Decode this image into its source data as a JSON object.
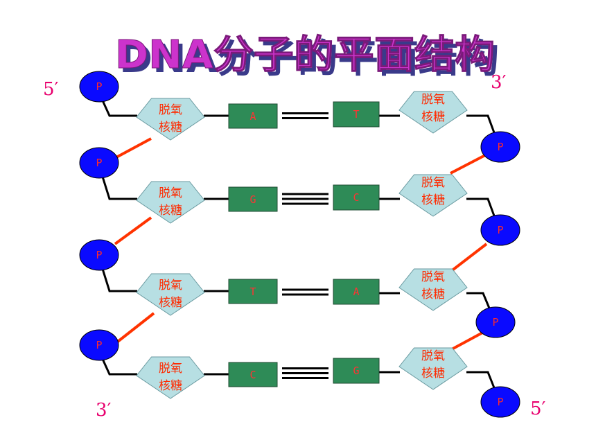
{
  "title": "DNA分子的平面结构",
  "colors": {
    "title_fill": "#cc33cc",
    "title_shadow": "#3a3a8a",
    "end_label": "#e8006e",
    "phosphate_fill": "#0a0aff",
    "phosphate_text": "#ff2a2a",
    "sugar_fill": "#b7dfe3",
    "sugar_text": "#ff2a00",
    "base_fill": "#2e8b57",
    "base_text": "#ff3333",
    "backbone": "#000000",
    "ester_bond": "#ff3300",
    "hbond": "#000000"
  },
  "ends": {
    "left_top": "5′",
    "right_top": "3′",
    "left_bottom": "3′",
    "right_bottom": "5′"
  },
  "phosphate_label": "P",
  "sugar_line1": "脱氧",
  "sugar_line2": "核糖",
  "pairs": [
    {
      "left": "A",
      "right": "T",
      "hbonds": 2
    },
    {
      "left": "G",
      "right": "C",
      "hbonds": 3
    },
    {
      "left": "T",
      "right": "A",
      "hbonds": 2
    },
    {
      "left": "C",
      "right": "G",
      "hbonds": 3
    }
  ]
}
